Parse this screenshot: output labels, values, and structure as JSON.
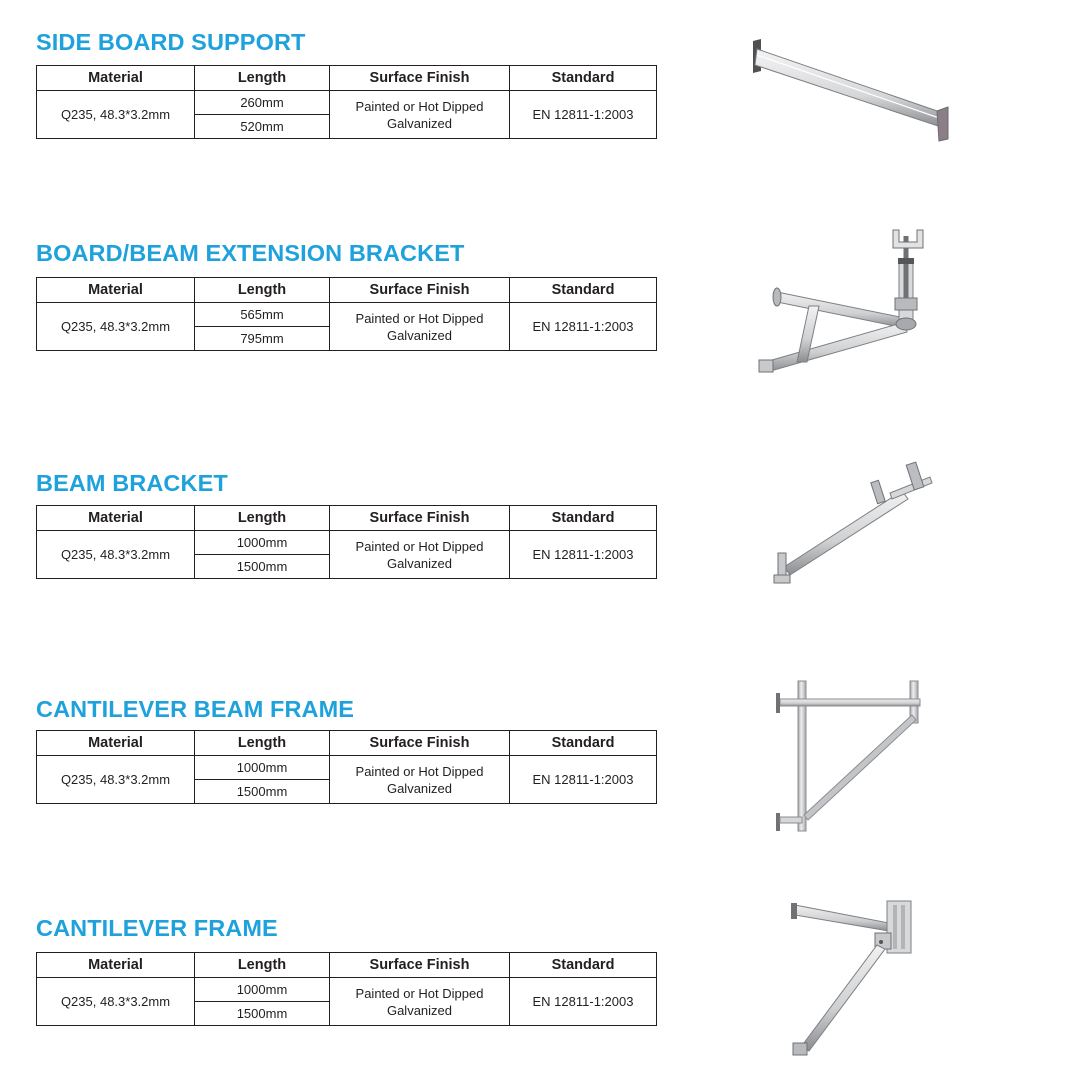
{
  "colors": {
    "title": "#1fa2dc",
    "table_border": "#231f20",
    "text": "#231f20",
    "steel_light": "#e6e7e9",
    "steel_dark": "#8b8d90"
  },
  "headers": {
    "material": "Material",
    "length": "Length",
    "surface_finish": "Surface Finish",
    "standard": "Standard"
  },
  "products": [
    {
      "title": "SIDE BOARD SUPPORT",
      "material": "Q235, 48.3*3.2mm",
      "lengths": [
        "260mm",
        "520mm"
      ],
      "finish_line1": "Painted or Hot Dipped",
      "finish_line2": "Galvanized",
      "standard": "EN 12811-1:2003",
      "illustration_icon": "side-board-support-icon"
    },
    {
      "title": "BOARD/BEAM EXTENSION BRACKET",
      "material": "Q235, 48.3*3.2mm",
      "lengths": [
        "565mm",
        "795mm"
      ],
      "finish_line1": "Painted or Hot Dipped",
      "finish_line2": "Galvanized",
      "standard": "EN 12811-1:2003",
      "illustration_icon": "extension-bracket-icon"
    },
    {
      "title": "BEAM BRACKET",
      "material": "Q235, 48.3*3.2mm",
      "lengths": [
        "1000mm",
        "1500mm"
      ],
      "finish_line1": "Painted or Hot Dipped",
      "finish_line2": "Galvanized",
      "standard": "EN 12811-1:2003",
      "illustration_icon": "beam-bracket-icon"
    },
    {
      "title": "CANTILEVER BEAM FRAME",
      "material": "Q235, 48.3*3.2mm",
      "lengths": [
        "1000mm",
        "1500mm"
      ],
      "finish_line1": "Painted or Hot Dipped",
      "finish_line2": "Galvanized",
      "standard": "EN 12811-1:2003",
      "illustration_icon": "cantilever-beam-frame-icon"
    },
    {
      "title": "CANTILEVER FRAME",
      "material": "Q235, 48.3*3.2mm",
      "lengths": [
        "1000mm",
        "1500mm"
      ],
      "finish_line1": "Painted or Hot Dipped",
      "finish_line2": "Galvanized",
      "standard": "EN 12811-1:2003",
      "illustration_icon": "cantilever-frame-icon"
    }
  ]
}
